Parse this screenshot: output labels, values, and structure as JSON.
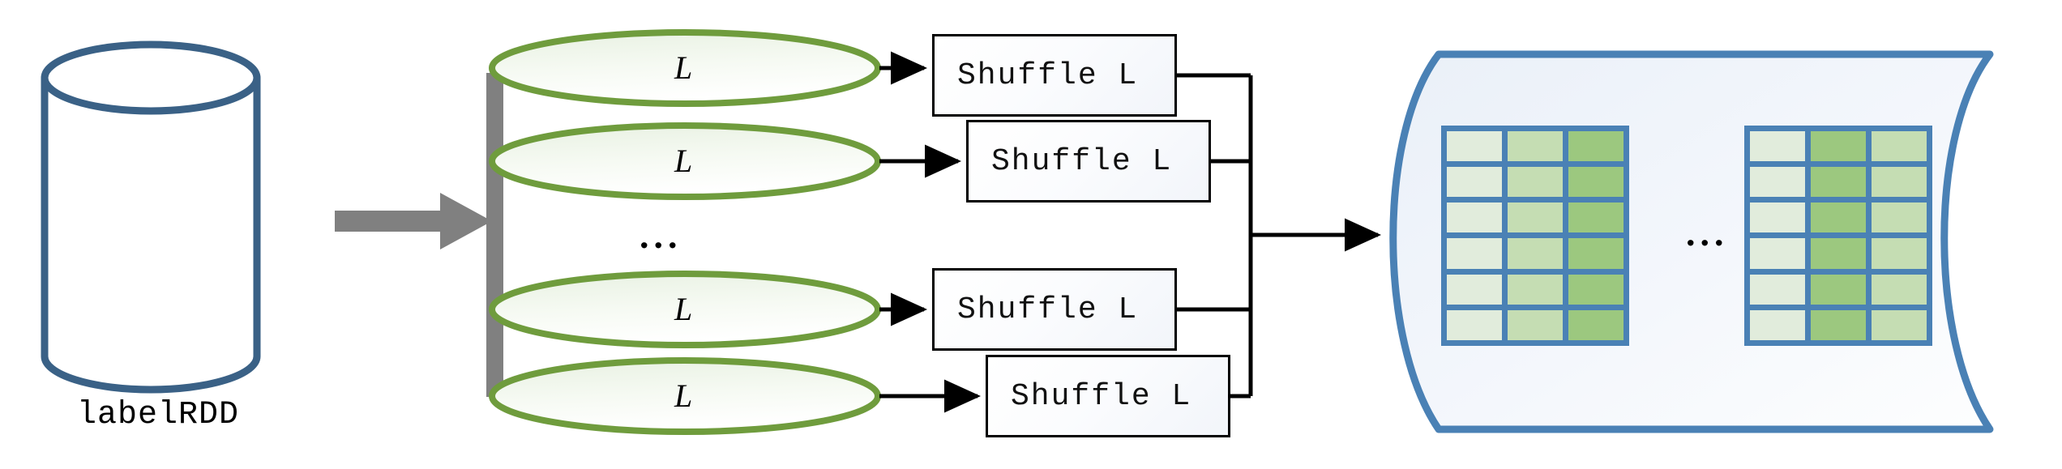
{
  "diagram": {
    "title": "labelRDD shuffle dataflow diagram",
    "source": {
      "name": "labelRDD",
      "label": "labelRDD",
      "shape": "cylinder-database",
      "stroke": "#3a6186"
    },
    "feed_arrow": {
      "name": "source-to-partitions-arrow",
      "color": "#808080"
    },
    "partition_bar": {
      "name": "partition-bar",
      "color": "#808080"
    },
    "partitions": [
      {
        "label": "L",
        "ellipsis": false
      },
      {
        "label": "L",
        "ellipsis": false
      },
      {
        "label": "...",
        "ellipsis": true
      },
      {
        "label": "L",
        "ellipsis": false
      },
      {
        "label": "L",
        "ellipsis": false
      }
    ],
    "partition_style": {
      "stroke": "#6f9c3d",
      "fill_from": "#eef5e9",
      "fill_to": "#fdfefd"
    },
    "shuffle_boxes": [
      {
        "label": "Shuffle L"
      },
      {
        "label": "Shuffle L"
      },
      {
        "label": "Shuffle L"
      },
      {
        "label": "Shuffle L"
      }
    ],
    "merge_arrow": {
      "name": "shuffle-merge-arrow",
      "color": "#000000"
    },
    "output": {
      "name": "output-tape-container",
      "stroke": "#4a81b5",
      "fill_from": "#eef2f9",
      "fill_to": "#fbfcfe",
      "ellipsis": "...",
      "tables": [
        {
          "name": "output-table-left",
          "rows": 6,
          "columns": 3,
          "column_colors": [
            "#e1ecdc",
            "#c5ddb3",
            "#9cc87f"
          ],
          "frame_color": "#4a81b5"
        },
        {
          "name": "output-table-right",
          "rows": 6,
          "columns": 3,
          "column_colors": [
            "#e1ecdc",
            "#9cc87f",
            "#c5ddb3"
          ],
          "frame_color": "#4a81b5"
        }
      ]
    }
  }
}
